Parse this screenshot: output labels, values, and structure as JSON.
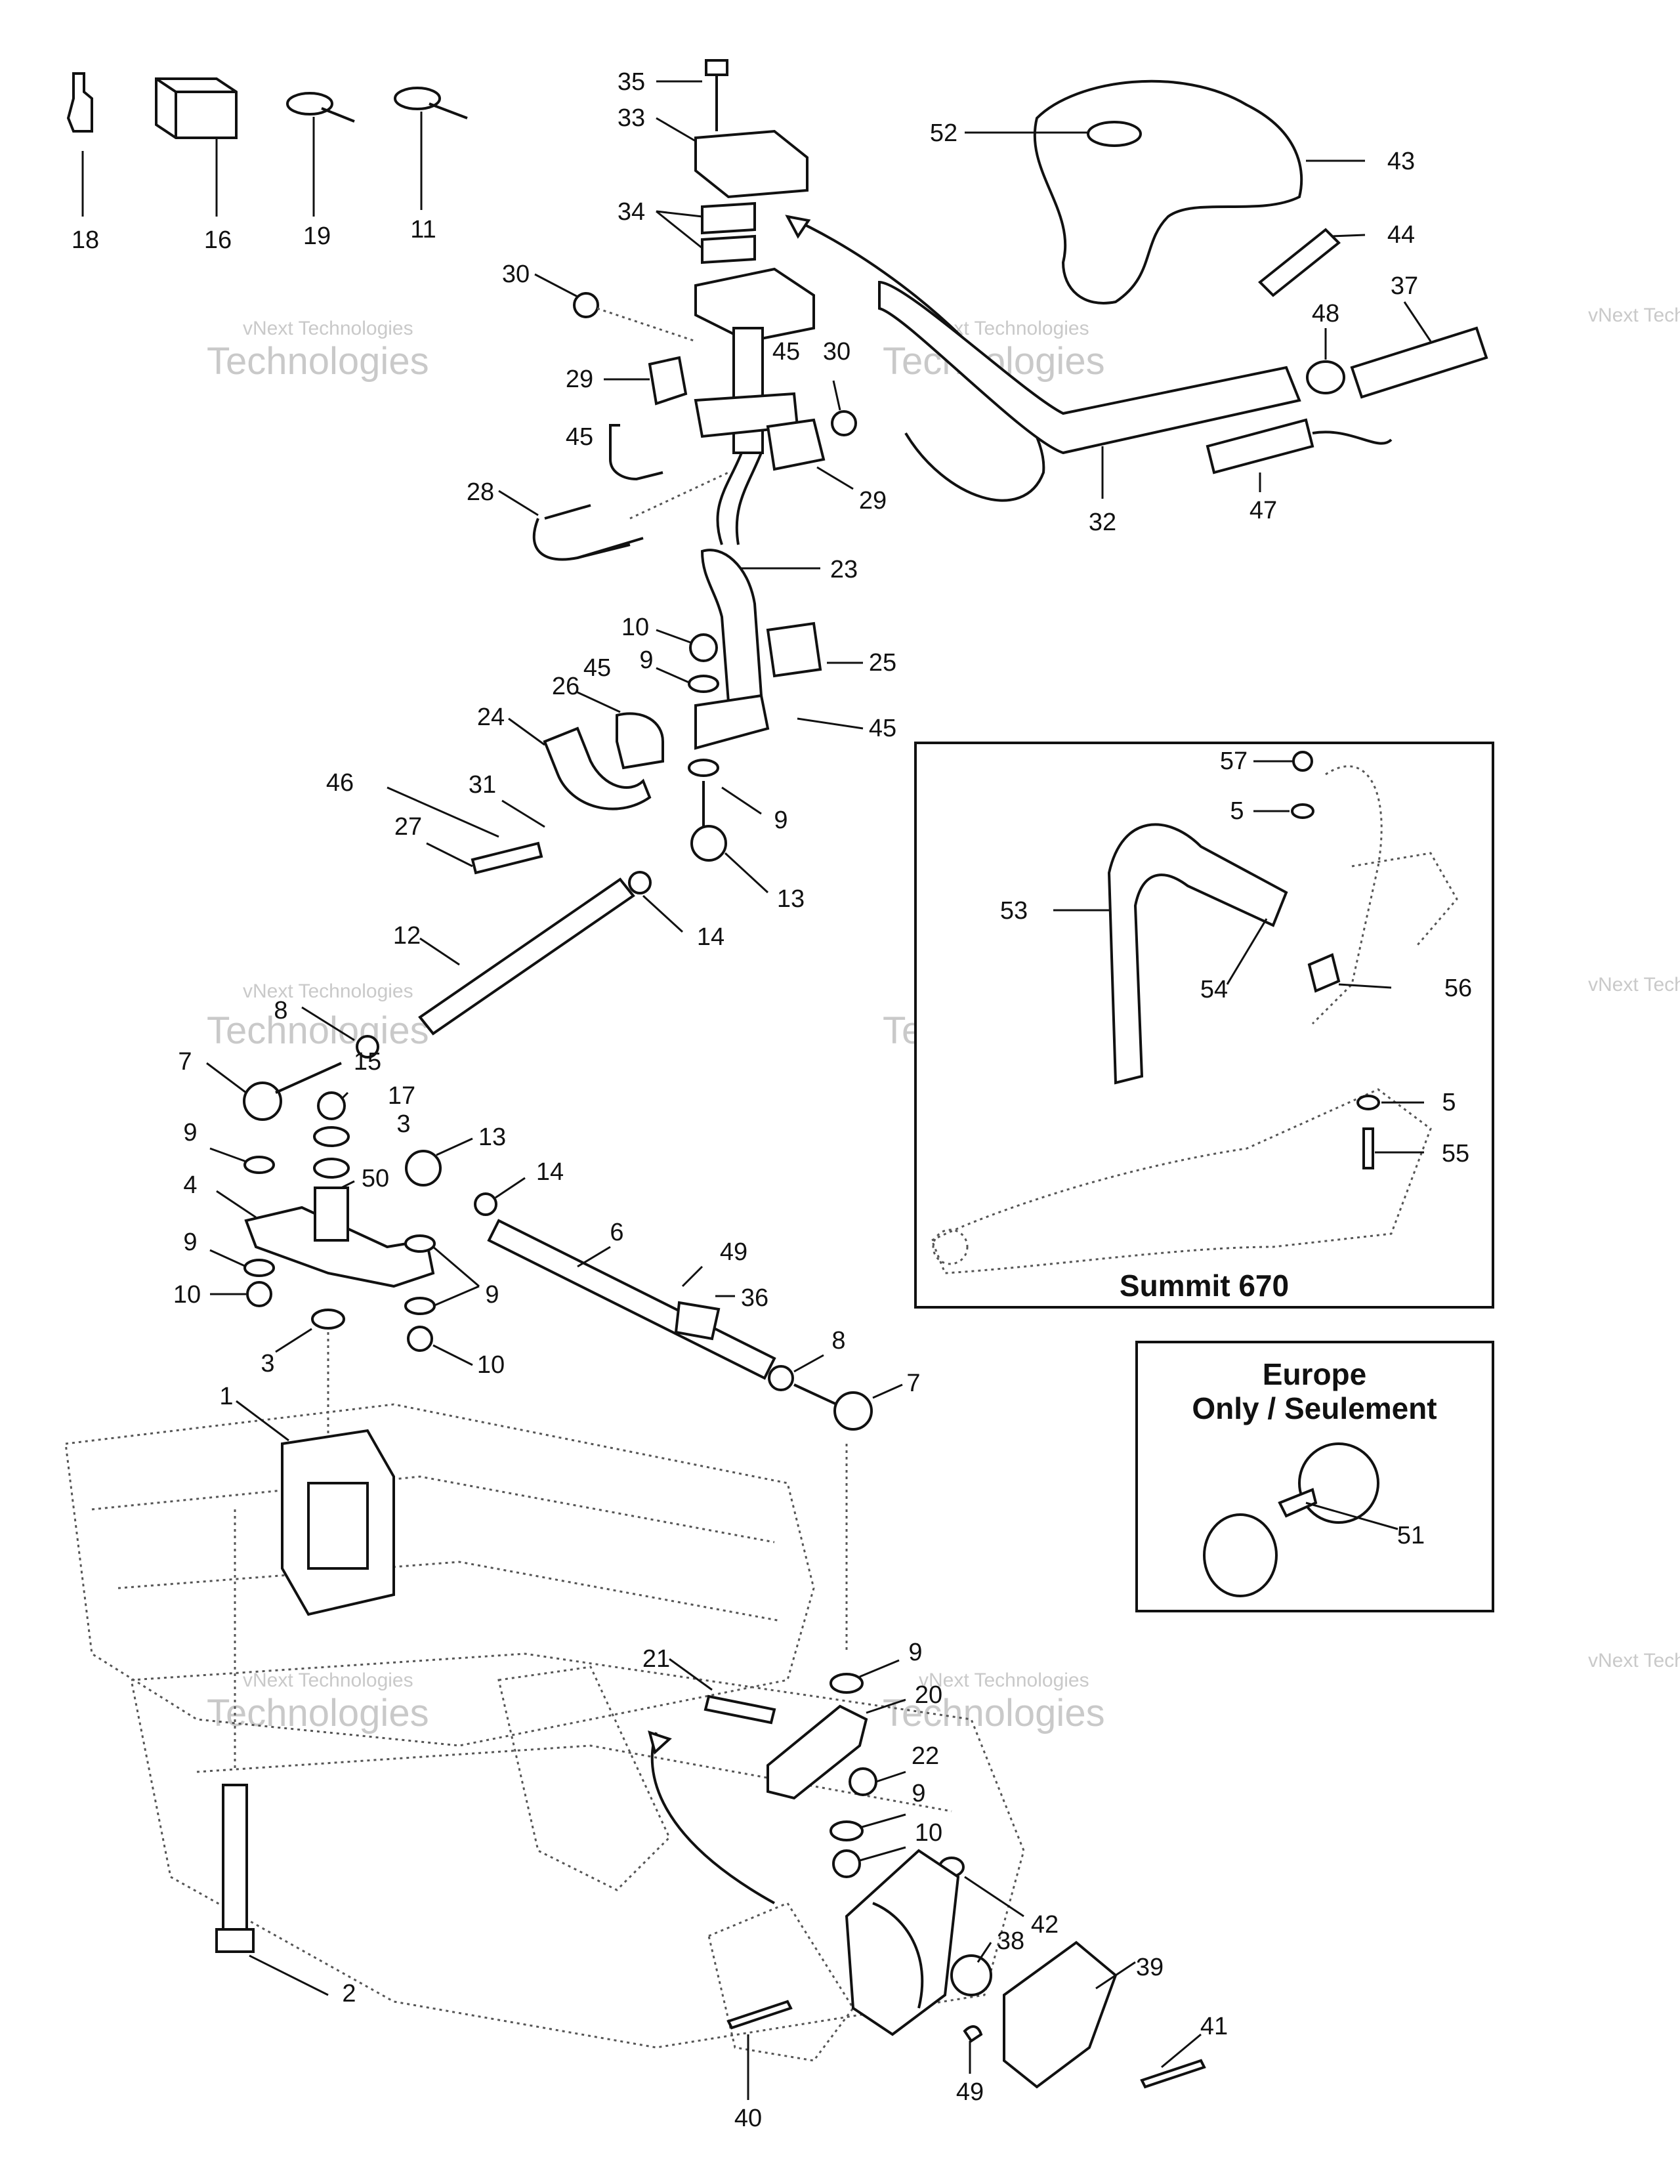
{
  "watermark": {
    "small": "vNext Technologies",
    "big": "Technologies",
    "top": "vNext"
  },
  "insets": {
    "summit": {
      "title": "Summit 670"
    },
    "europe": {
      "line1": "Europe",
      "line2": "Only / Seulement"
    }
  },
  "callouts": {
    "c18": "18",
    "c16": "16",
    "c19": "19",
    "c11": "11",
    "c35": "35",
    "c33": "33",
    "c34": "34",
    "c30a": "30",
    "c30b": "30",
    "c29a": "29",
    "c29b": "29",
    "c45a": "45",
    "c45b": "45",
    "c45c": "45",
    "c45d": "45",
    "c28": "28",
    "c23": "23",
    "c52": "52",
    "c43": "43",
    "c44": "44",
    "c37": "37",
    "c48": "48",
    "c32": "32",
    "c47": "47",
    "c10a": "10",
    "c9a": "9",
    "c25": "25",
    "c26": "26",
    "c24": "24",
    "c46": "46",
    "c31": "31",
    "c27": "27",
    "c9b": "9",
    "c13a": "13",
    "c14a": "14",
    "c12": "12",
    "c8a": "8",
    "c7a": "7",
    "c15": "15",
    "c17": "17",
    "c3a": "3",
    "c9c": "9",
    "c13b": "13",
    "c14b": "14",
    "c4": "4",
    "c50": "50",
    "c9d": "9",
    "c6": "6",
    "c49a": "49",
    "c10b": "10",
    "c9e": "9",
    "c36": "36",
    "c3b": "3",
    "c10c": "10",
    "c8b": "8",
    "c7b": "7",
    "c1": "1",
    "c57": "57",
    "c5a": "5",
    "c53": "53",
    "c54": "54",
    "c56": "56",
    "c5b": "5",
    "c55": "55",
    "c51": "51",
    "c21": "21",
    "c9f": "9",
    "c20": "20",
    "c22": "22",
    "c9g": "9",
    "c10d": "10",
    "c42": "42",
    "c38": "38",
    "c39": "39",
    "c2": "2",
    "c41": "41",
    "c49b": "49",
    "c40": "40"
  }
}
